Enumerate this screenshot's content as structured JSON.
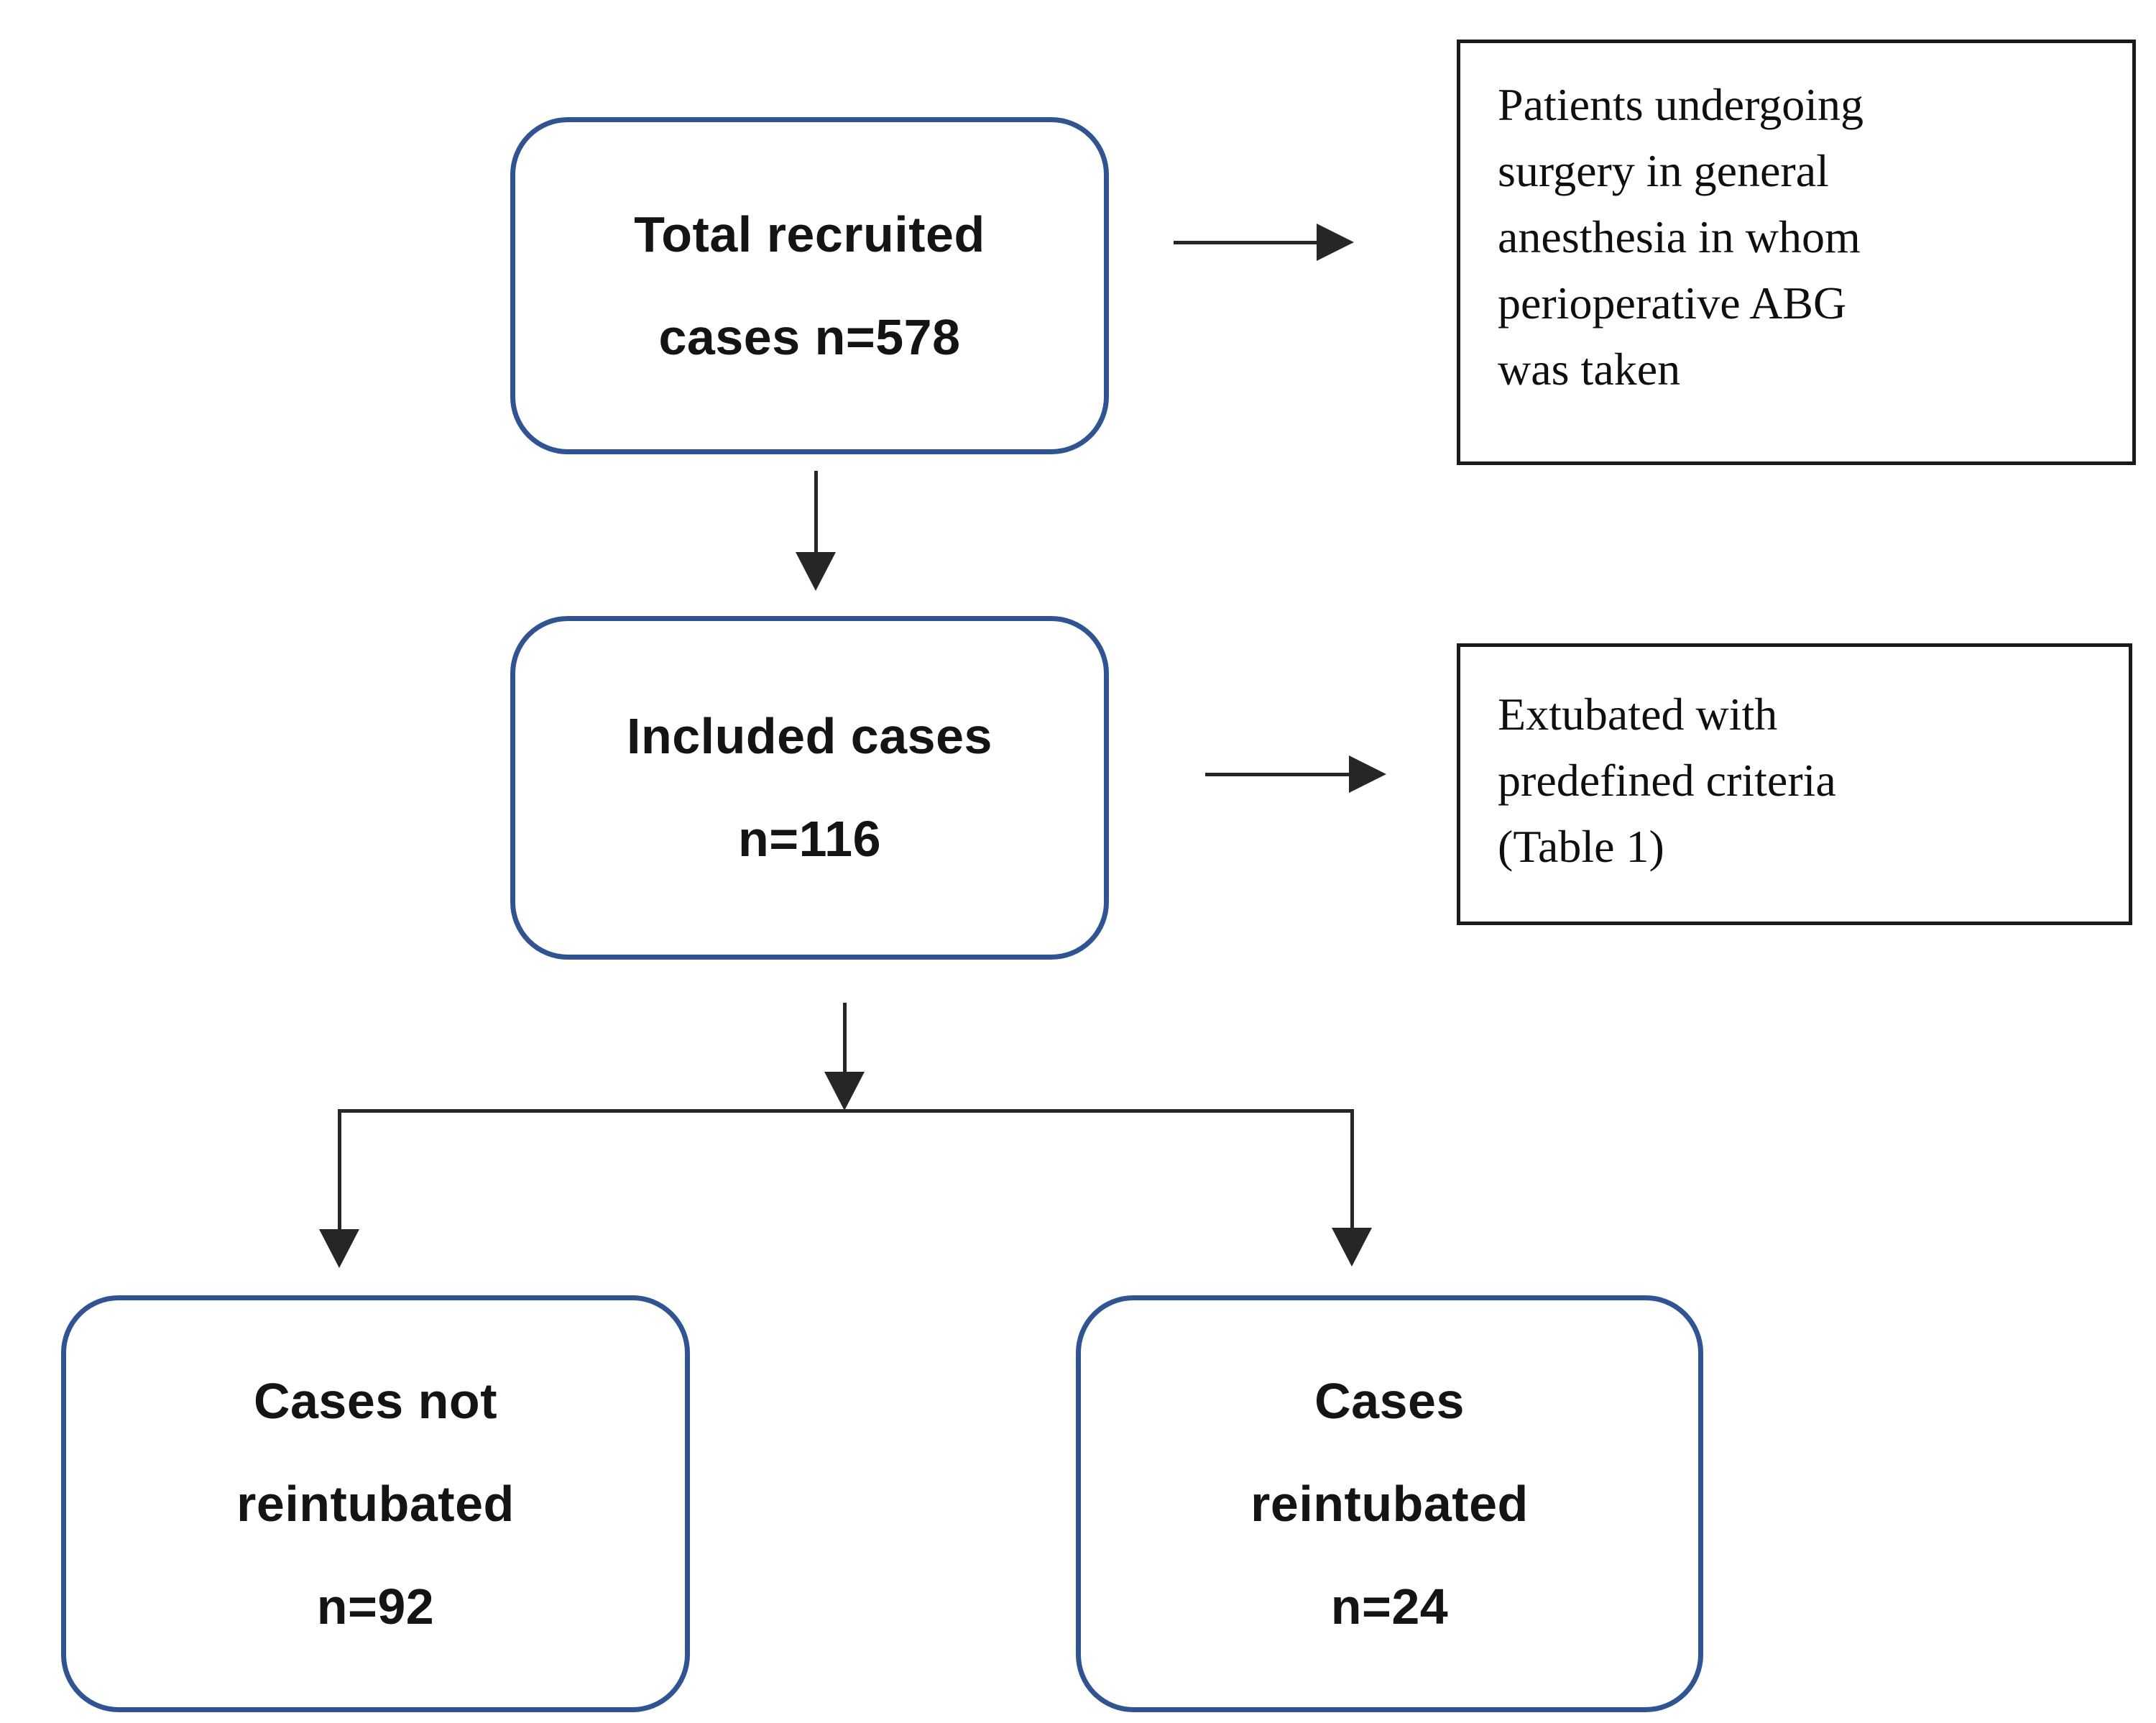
{
  "nodes": {
    "total_recruited": {
      "label": "Total recruited\ncases n=578"
    },
    "included": {
      "label": "Included cases\nn=116"
    },
    "not_reintubated": {
      "label": "Cases not\nreintubated\nn=92"
    },
    "reintubated": {
      "label": "Cases\nreintubated\nn=24"
    }
  },
  "annotations": {
    "surgery_abg": {
      "label": "Patients undergoing\nsurgery in general\nanesthesia in whom\nperioperative ABG\nwas taken"
    },
    "extubation_criteria": {
      "label": "Extubated with\npredefined criteria\n(Table 1)"
    }
  },
  "colors": {
    "node_border": "#2f5496",
    "annotation_border": "#1a1a1a",
    "connector": "#262626",
    "text": "#141414",
    "background": "#ffffff"
  }
}
